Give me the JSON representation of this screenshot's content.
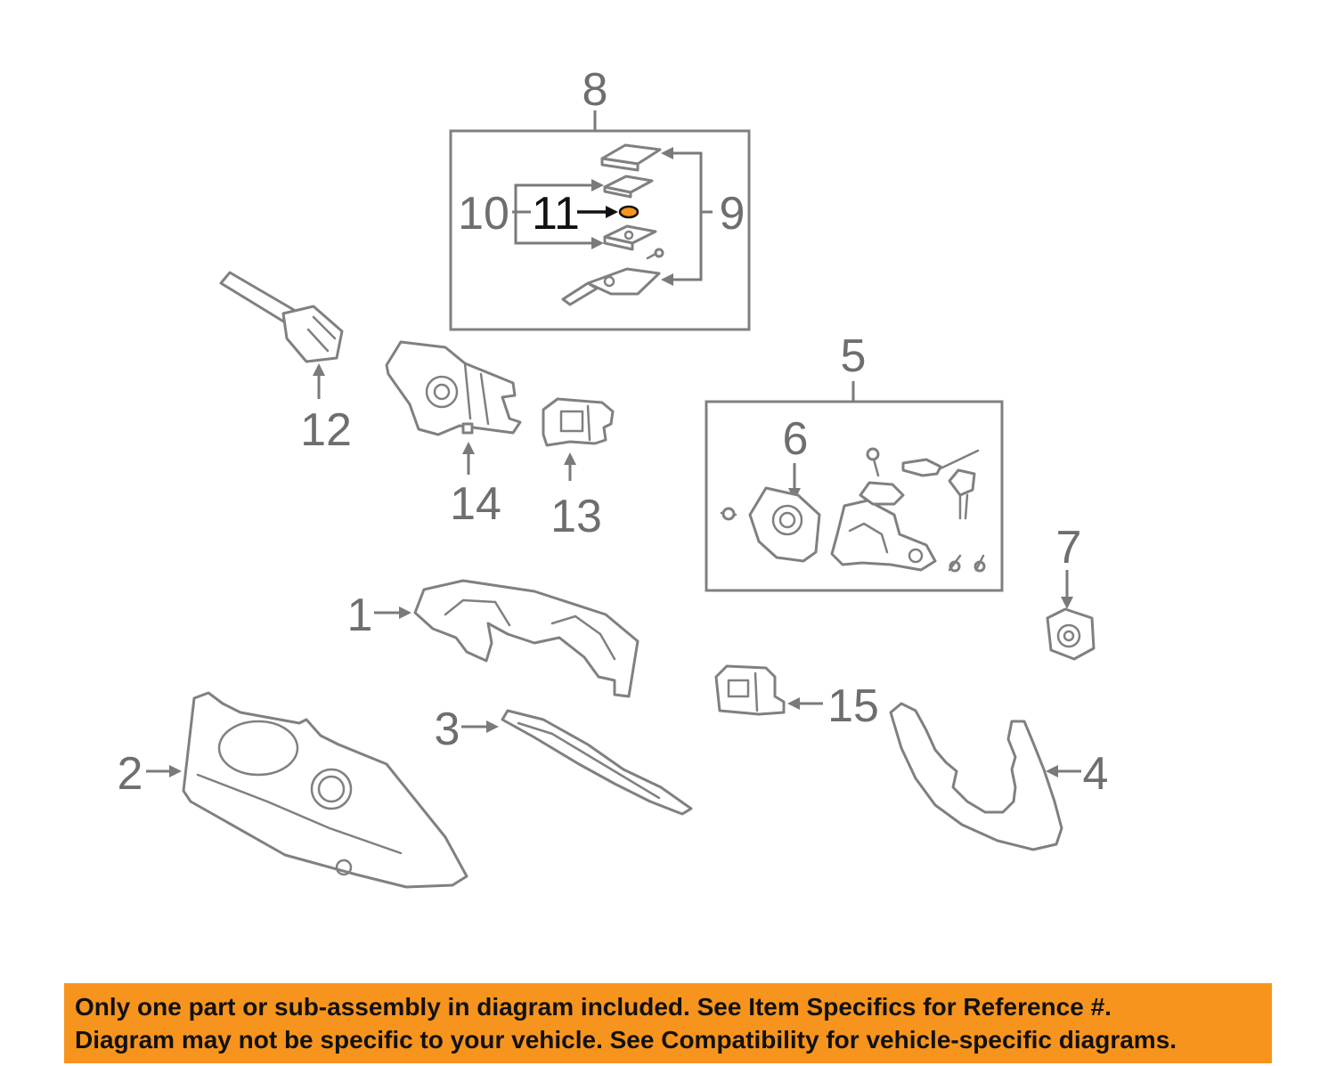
{
  "callouts": {
    "c1": "1",
    "c2": "2",
    "c3": "3",
    "c4": "4",
    "c5": "5",
    "c6": "6",
    "c7": "7",
    "c8": "8",
    "c9": "9",
    "c10": "10",
    "c11": "11",
    "c12": "12",
    "c13": "13",
    "c14": "14",
    "c15": "15"
  },
  "highlighted_callout": "11",
  "notice": {
    "line1": "Only one part or sub-assembly in diagram included. See Item Specifics for Reference #.",
    "line2": "Diagram may not be specific to your vehicle. See Compatibility for vehicle-specific diagrams."
  },
  "colors": {
    "banner_background": "#F7941D",
    "highlight_fill": "#F7941D",
    "line_art": "#808080"
  }
}
